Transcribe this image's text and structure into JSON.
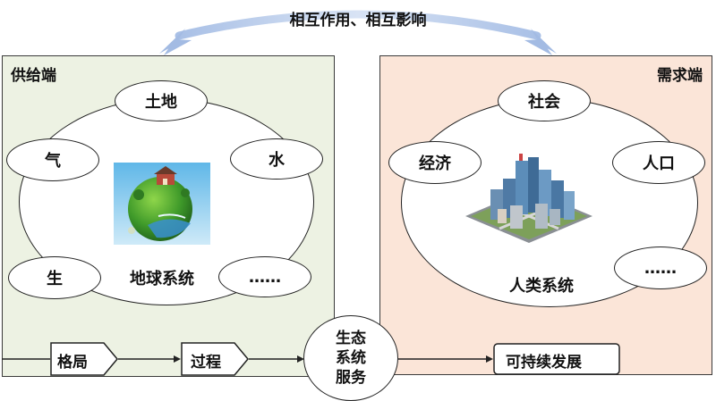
{
  "interaction_label": "相互作用、相互影响",
  "supply": {
    "title": "供给端",
    "nodes": [
      "土地",
      "气",
      "水",
      "生",
      "……"
    ],
    "system_label": "地球系统"
  },
  "demand": {
    "title": "需求端",
    "nodes": [
      "社会",
      "经济",
      "人口",
      "……"
    ],
    "system_label": "人类系统"
  },
  "flow": {
    "pattern": "格局",
    "process": "过程",
    "service": [
      "生态",
      "系统",
      "服务"
    ],
    "outcome": "可持续发展"
  },
  "icons": {
    "earth": "earth-globe-icon",
    "city": "city-buildings-icon"
  },
  "colors": {
    "supply_bg": "#edf2e3",
    "demand_bg": "#fbe5d8",
    "arrow_blue": "#b8cbe8"
  }
}
